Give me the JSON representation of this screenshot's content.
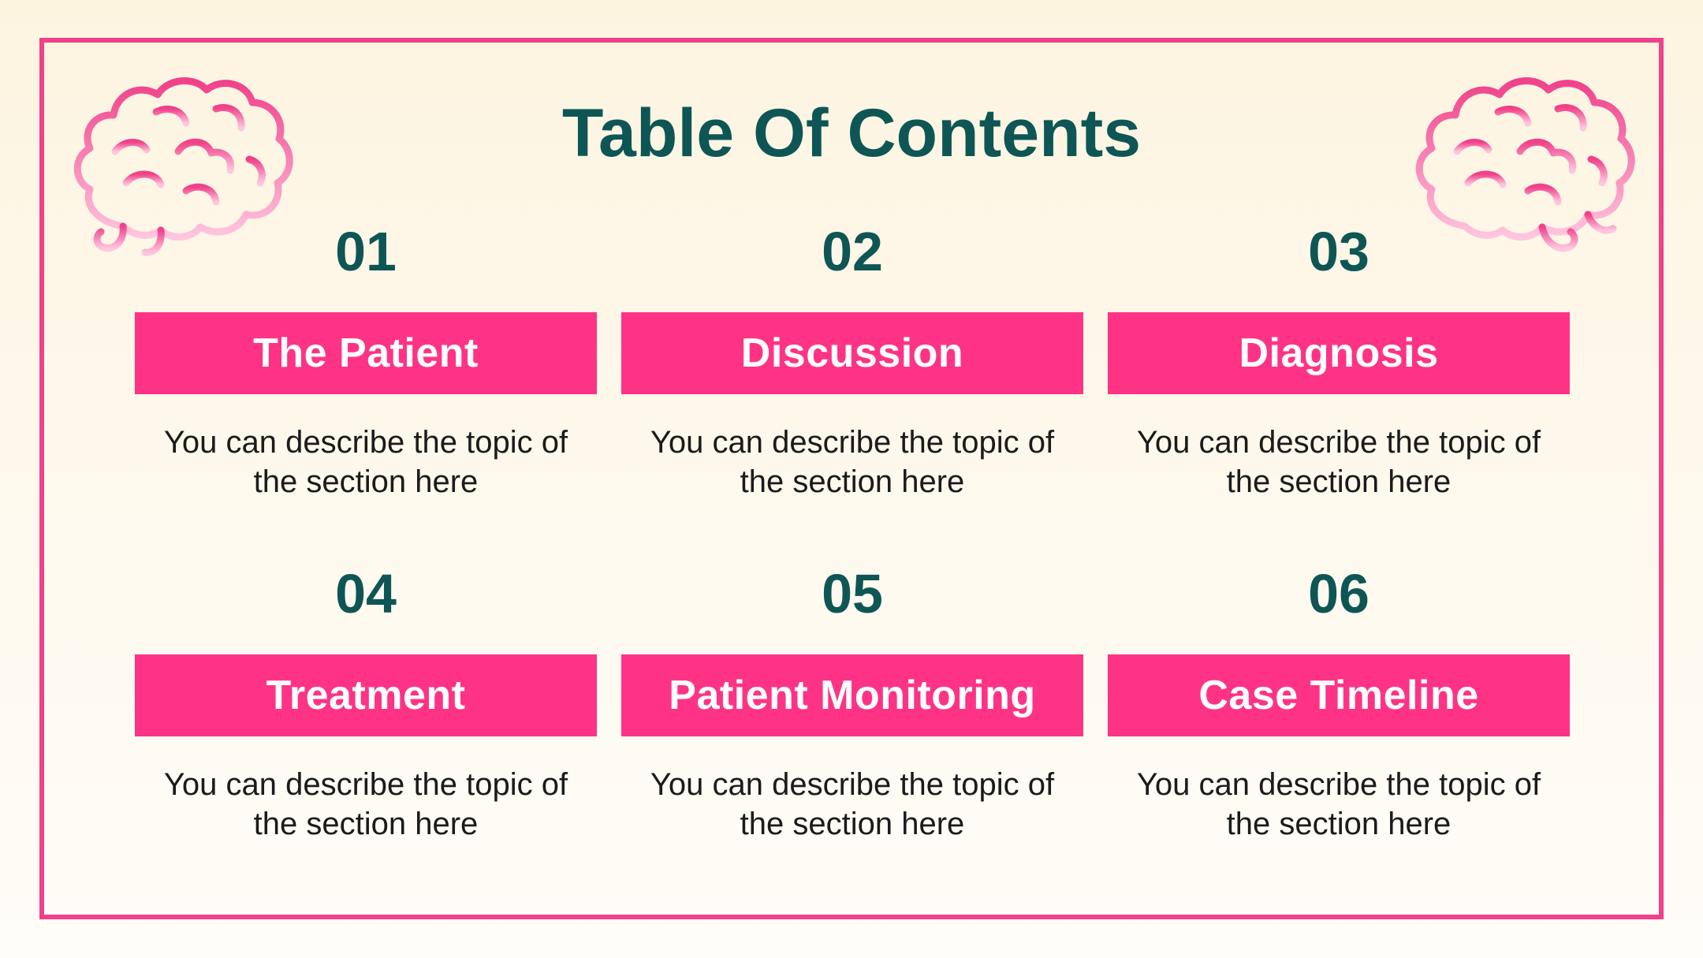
{
  "title": "Table Of Contents",
  "sections": [
    {
      "number": "01",
      "label": "The Patient",
      "description": "You can describe the topic of the section here"
    },
    {
      "number": "02",
      "label": "Discussion",
      "description": "You can describe the topic of the section here"
    },
    {
      "number": "03",
      "label": "Diagnosis",
      "description": "You can describe the topic of the section here"
    },
    {
      "number": "04",
      "label": "Treatment",
      "description": "You can describe the topic of the section here"
    },
    {
      "number": "05",
      "label": "Patient Monitoring",
      "description": "You can describe the topic of the section here"
    },
    {
      "number": "06",
      "label": "Case Timeline",
      "description": "You can describe the topic of the section here"
    }
  ],
  "icons": {
    "left": "brain-icon",
    "right": "brain-icon"
  },
  "colors": {
    "accent": "#fe3385",
    "border": "#f0418a",
    "heading": "#0e5655",
    "text": "#1b1b1b",
    "background": "#fdf6e6"
  }
}
